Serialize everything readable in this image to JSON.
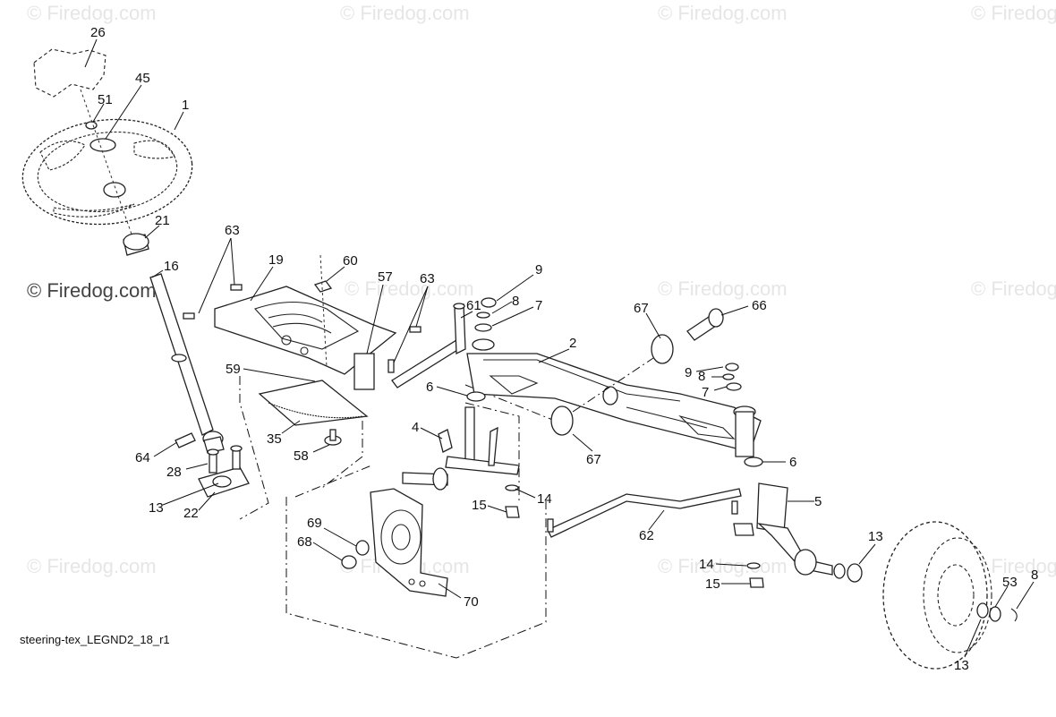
{
  "diagram": {
    "caption": "steering-tex_LEGND2_18_r1",
    "watermark_text": "© Firedog.com",
    "callouts": [
      "26",
      "45",
      "51",
      "1",
      "21",
      "16",
      "63",
      "19",
      "60",
      "57",
      "63",
      "61",
      "9",
      "8",
      "7",
      "2",
      "67",
      "66",
      "59",
      "35",
      "58",
      "6",
      "4",
      "9",
      "8",
      "7",
      "64",
      "28",
      "13",
      "22",
      "67",
      "6",
      "15",
      "14",
      "5",
      "69",
      "68",
      "62",
      "70",
      "14",
      "15",
      "13",
      "53",
      "8",
      "13"
    ]
  },
  "colors": {
    "line": "#222222",
    "watermark": "#e6e6e6",
    "background": "#ffffff"
  }
}
